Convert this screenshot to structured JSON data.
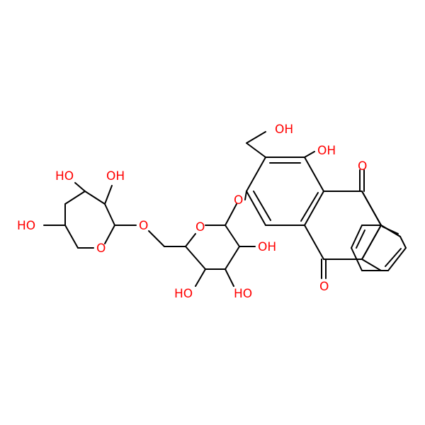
{
  "labels": {
    "ho_ch2": "OH",
    "oh_peri": "OH",
    "o_ketone_top": "O",
    "o_ketone_bottom": "O",
    "o_glycosidic": "O",
    "o_ring_glc": "O",
    "oh_glc2": "OH",
    "oh_glc3": "HO",
    "oh_glc4": "HO",
    "o_linker": "O",
    "o_ring_xyl": "O",
    "oh_xyl2": "OH",
    "oh_xyl3": "HO",
    "oh_xyl4": "HO"
  },
  "colors": {
    "bond": "#000000",
    "heteroatom": "#ff0000",
    "background": "#ffffff"
  }
}
